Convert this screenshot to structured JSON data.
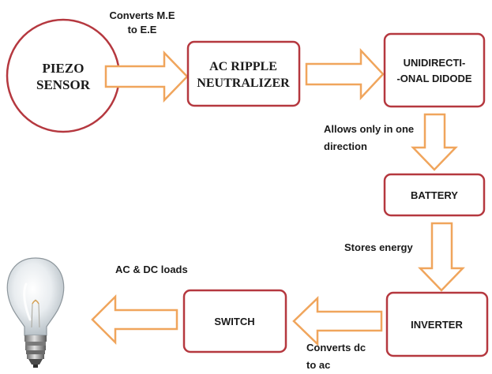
{
  "colors": {
    "node_border": "#b5383f",
    "arrow_stroke": "#f0a55c",
    "arrow_fill": "#ffffff",
    "text": "#1a1a1a"
  },
  "nodes": {
    "piezo_sensor": {
      "line1": "PIEZO",
      "line2": "SENSOR"
    },
    "ac_ripple_neutralizer": {
      "line1": "AC RIPPLE",
      "line2": "NEUTRALIZER"
    },
    "unidirectional_diode": {
      "line1": "UNIDIRECTI-",
      "line2": "-ONAL DIDODE"
    },
    "battery": {
      "label": "BATTERY"
    },
    "inverter": {
      "label": "INVERTER"
    },
    "switch": {
      "label": "SWITCH"
    },
    "bulb": {
      "icon": "light-bulb-icon"
    }
  },
  "annotations": {
    "converts_me": {
      "line1": "Converts M.E",
      "line2": "to E.E"
    },
    "allows_one_direction": {
      "line1": "Allows only in one",
      "line2": "direction"
    },
    "stores_energy": {
      "label": "Stores energy"
    },
    "ac_dc_loads": {
      "label": "AC & DC loads"
    },
    "converts_dc": {
      "line1": "Converts dc",
      "line2": "to ac"
    }
  }
}
